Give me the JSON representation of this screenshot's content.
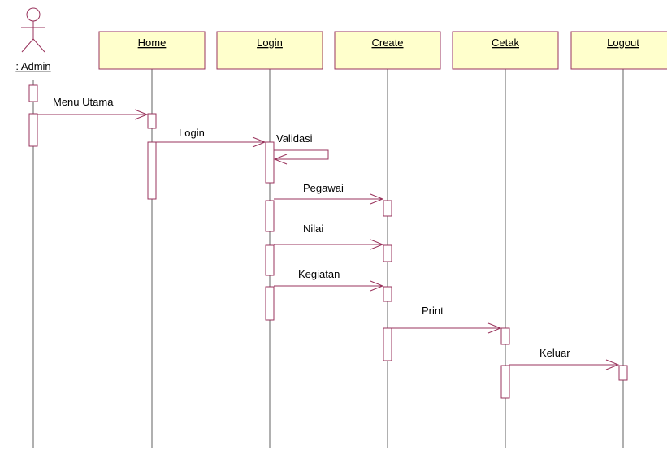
{
  "diagram": {
    "actor": {
      "label": ": Admin"
    },
    "objects": [
      {
        "id": "home",
        "label": "Home"
      },
      {
        "id": "login",
        "label": "Login"
      },
      {
        "id": "create",
        "label": "Create"
      },
      {
        "id": "cetak",
        "label": "Cetak"
      },
      {
        "id": "logout",
        "label": "Logout"
      }
    ],
    "messages": [
      {
        "from": "actor",
        "to": "home",
        "label": "Menu Utama"
      },
      {
        "from": "home",
        "to": "login",
        "label": "Login"
      },
      {
        "from": "login",
        "to": "login",
        "label": "Validasi"
      },
      {
        "from": "login",
        "to": "create",
        "label": "Pegawai"
      },
      {
        "from": "login",
        "to": "create",
        "label": "Nilai"
      },
      {
        "from": "login",
        "to": "create",
        "label": "Kegiatan"
      },
      {
        "from": "create",
        "to": "cetak",
        "label": "Print"
      },
      {
        "from": "cetak",
        "to": "logout",
        "label": "Keluar"
      }
    ]
  },
  "colors": {
    "object_fill": "#ffffcc",
    "object_stroke": "#99335c",
    "activation_stroke": "#99335c",
    "message_stroke": "#99335c",
    "lifeline": "#606060",
    "actor_stroke": "#99335c",
    "text": "#000000"
  }
}
